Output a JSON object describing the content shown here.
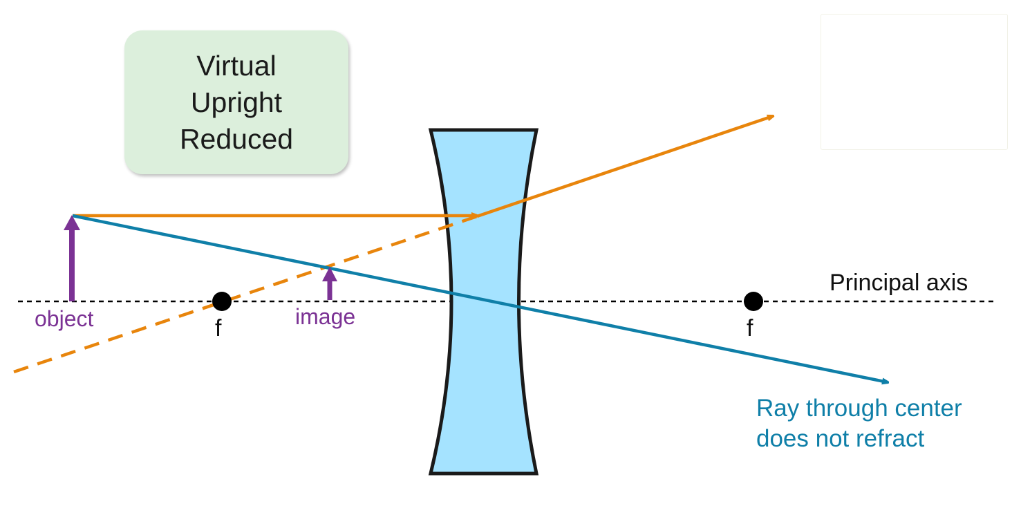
{
  "image_properties": {
    "lines": [
      "Virtual",
      "Upright",
      "Reduced"
    ]
  },
  "labels": {
    "object": "object",
    "image": "image",
    "focal_left": "f",
    "focal_right": "f",
    "principal_axis": "Principal axis",
    "ray_note_line1": "Ray through center",
    "ray_note_line2": "does not refract"
  },
  "colors": {
    "object_arrow": "#7b3294",
    "parallel_ray": "#e8850c",
    "center_ray": "#0f7fa8",
    "lens_fill": "#a5e3ff",
    "lens_stroke": "#1a1a1a",
    "focal_point": "#000000",
    "axis": "#000000",
    "props_box_bg": "#dcefdc"
  },
  "diagram": {
    "lens_type": "concave (diverging)",
    "elements": [
      "object",
      "image",
      "focal-point-left",
      "focal-point-right",
      "principal-axis",
      "lens",
      "parallel-ray",
      "refracted-ray",
      "virtual-extension",
      "center-ray"
    ]
  }
}
